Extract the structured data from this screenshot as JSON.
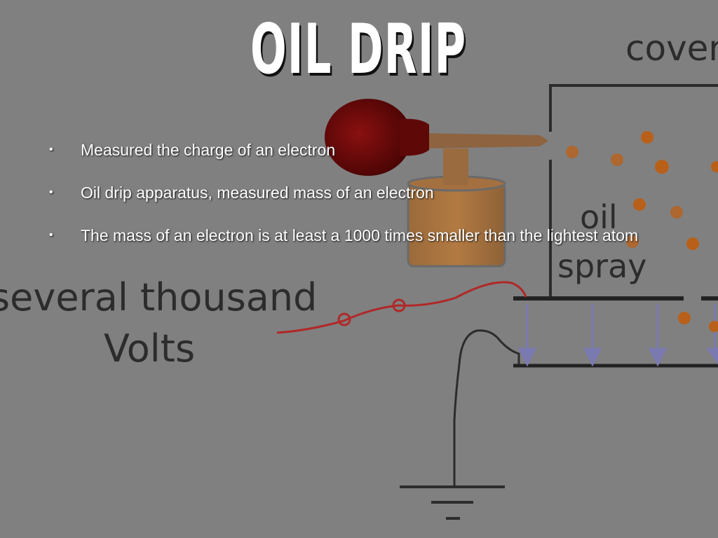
{
  "slide": {
    "title": "OIL DRIP",
    "bullets": [
      "Measured the charge of an electron",
      "Oil drip apparatus, measured mass of an electron",
      "The mass of an electron is at least a 1000 times smaller than the lightest atom"
    ]
  },
  "diagram": {
    "labels": {
      "cover": "cover",
      "oil": "oil",
      "spray": "spray",
      "voltage_line1": "several thousand",
      "voltage_line2": "Volts"
    }
  },
  "colors": {
    "background": "#808080",
    "bulb": "#5a0606",
    "wire": "#b02828",
    "arrows": "#7a7ab0",
    "droplets": "#b8601a"
  }
}
